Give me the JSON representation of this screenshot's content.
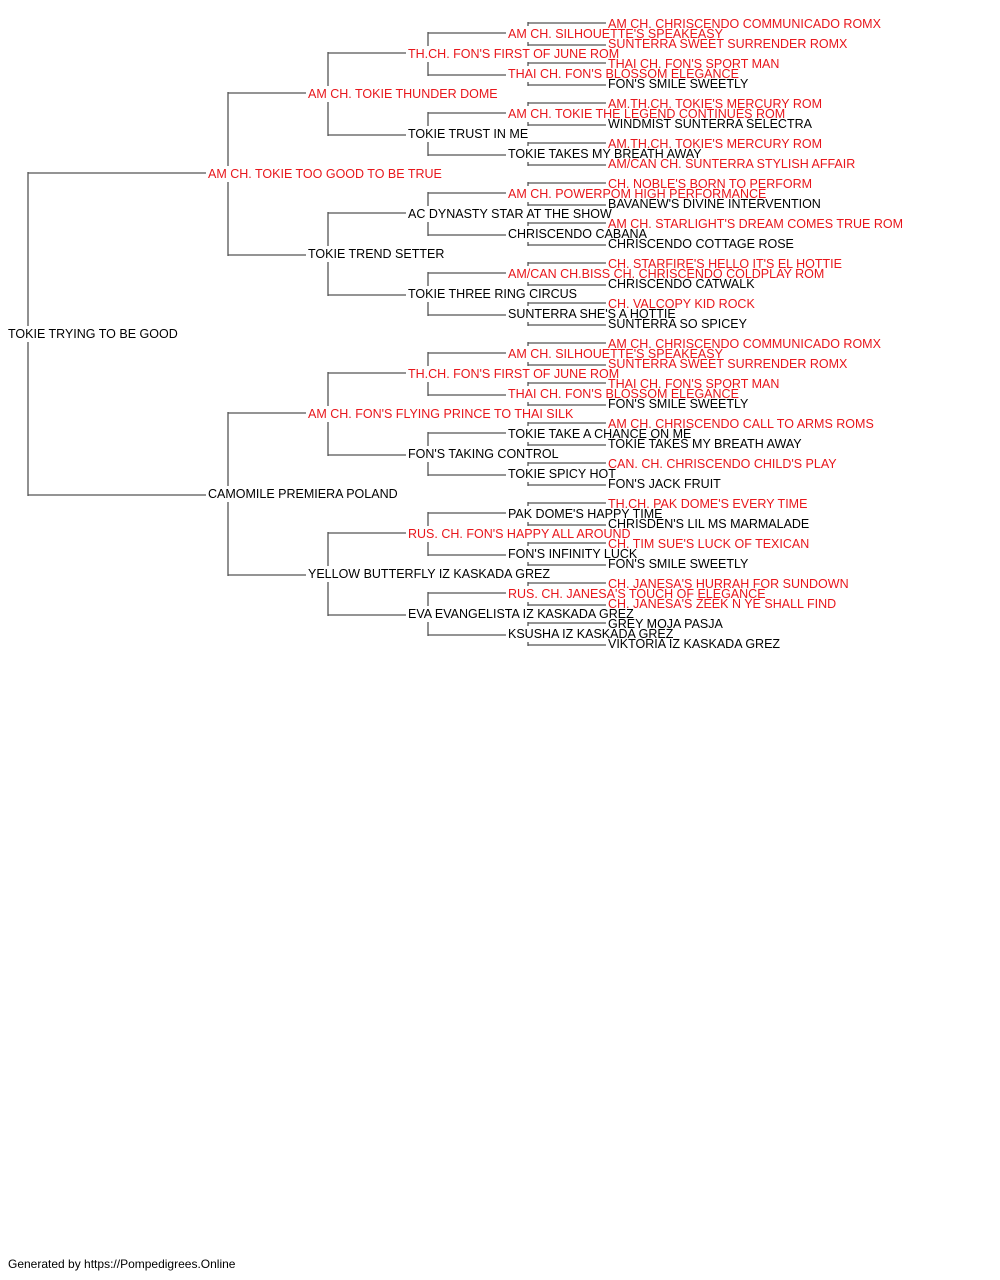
{
  "colors": {
    "champion": "#e8161b",
    "normal": "#000000",
    "line": "#555555"
  },
  "pedigree": {
    "name": "TOKIE TRYING TO BE GOOD",
    "champion": false,
    "sire": {
      "name": "AM CH. TOKIE TOO GOOD TO BE TRUE",
      "champion": true,
      "sire": {
        "name": "AM CH. TOKIE THUNDER DOME",
        "champion": true,
        "sire": {
          "name": "TH.CH. FON'S FIRST OF JUNE ROM",
          "champion": true,
          "sire": {
            "name": "AM CH. SILHOUETTE'S SPEAKEASY",
            "champion": true,
            "sire": {
              "name": "AM CH. CHRISCENDO COMMUNICADO ROMX",
              "champion": true
            },
            "dam": {
              "name": "SUNTERRA SWEET SURRENDER ROMX",
              "champion": true
            }
          },
          "dam": {
            "name": "THAI CH. FON'S BLOSSOM ELEGANCE",
            "champion": true,
            "sire": {
              "name": "THAI CH. FON'S SPORT MAN",
              "champion": true
            },
            "dam": {
              "name": "FON'S SMILE SWEETLY",
              "champion": false
            }
          }
        },
        "dam": {
          "name": "TOKIE TRUST IN ME",
          "champion": false,
          "sire": {
            "name": "AM CH. TOKIE THE LEGEND CONTINUES ROM",
            "champion": true,
            "sire": {
              "name": "AM.TH.CH. TOKIE'S MERCURY ROM",
              "champion": true
            },
            "dam": {
              "name": "WINDMIST SUNTERRA SELECTRA",
              "champion": false
            }
          },
          "dam": {
            "name": "TOKIE TAKES MY BREATH AWAY",
            "champion": false,
            "sire": {
              "name": "AM.TH.CH. TOKIE'S MERCURY ROM",
              "champion": true
            },
            "dam": {
              "name": "AM/CAN CH. SUNTERRA STYLISH AFFAIR",
              "champion": true
            }
          }
        }
      },
      "dam": {
        "name": "TOKIE TREND SETTER",
        "champion": false,
        "sire": {
          "name": "AC DYNASTY STAR AT THE SHOW",
          "champion": false,
          "sire": {
            "name": "AM CH. POWERPOM HIGH PERFORMANCE",
            "champion": true,
            "sire": {
              "name": "CH. NOBLE'S BORN TO PERFORM",
              "champion": true
            },
            "dam": {
              "name": "BAVANEW'S DIVINE INTERVENTION",
              "champion": false
            }
          },
          "dam": {
            "name": "CHRISCENDO CABANA",
            "champion": false,
            "sire": {
              "name": "AM CH. STARLIGHT'S DREAM COMES TRUE ROM",
              "champion": true
            },
            "dam": {
              "name": "CHRISCENDO COTTAGE ROSE",
              "champion": false
            }
          }
        },
        "dam": {
          "name": "TOKIE THREE RING CIRCUS",
          "champion": false,
          "sire": {
            "name": "AM/CAN CH.BISS CH. CHRISCENDO COLDPLAY ROM",
            "champion": true,
            "sire": {
              "name": "CH. STARFIRE'S HELLO IT'S EL HOTTIE",
              "champion": true
            },
            "dam": {
              "name": "CHRISCENDO CATWALK",
              "champion": false
            }
          },
          "dam": {
            "name": "SUNTERRA SHE'S A HOTTIE",
            "champion": false,
            "sire": {
              "name": "CH. VALCOPY KID ROCK",
              "champion": true
            },
            "dam": {
              "name": "SUNTERRA SO SPICEY",
              "champion": false
            }
          }
        }
      }
    },
    "dam": {
      "name": "CAMOMILE PREMIERA POLAND",
      "champion": false,
      "sire": {
        "name": "AM CH. FON'S FLYING PRINCE TO THAI SILK",
        "champion": true,
        "sire": {
          "name": "TH.CH. FON'S FIRST OF JUNE ROM",
          "champion": true,
          "sire": {
            "name": "AM CH. SILHOUETTE'S SPEAKEASY",
            "champion": true,
            "sire": {
              "name": "AM CH. CHRISCENDO COMMUNICADO ROMX",
              "champion": true
            },
            "dam": {
              "name": "SUNTERRA SWEET SURRENDER ROMX",
              "champion": true
            }
          },
          "dam": {
            "name": "THAI CH. FON'S BLOSSOM ELEGANCE",
            "champion": true,
            "sire": {
              "name": "THAI CH. FON'S SPORT MAN",
              "champion": true
            },
            "dam": {
              "name": "FON'S SMILE SWEETLY",
              "champion": false
            }
          }
        },
        "dam": {
          "name": "FON'S TAKING CONTROL",
          "champion": false,
          "sire": {
            "name": "TOKIE TAKE A CHANCE ON ME",
            "champion": false,
            "sire": {
              "name": "AM CH. CHRISCENDO CALL TO ARMS ROMS",
              "champion": true
            },
            "dam": {
              "name": "TOKIE TAKES MY BREATH AWAY",
              "champion": false
            }
          },
          "dam": {
            "name": "TOKIE SPICY HOT",
            "champion": false,
            "sire": {
              "name": "CAN. CH. CHRISCENDO CHILD'S PLAY",
              "champion": true
            },
            "dam": {
              "name": "FON'S JACK FRUIT",
              "champion": false
            }
          }
        }
      },
      "dam": {
        "name": "YELLOW BUTTERFLY IZ KASKADA GREZ",
        "champion": false,
        "sire": {
          "name": "RUS. CH. FON'S HAPPY ALL AROUND",
          "champion": true,
          "sire": {
            "name": "PAK DOME'S HAPPY TIME",
            "champion": false,
            "sire": {
              "name": "TH.CH. PAK DOME'S EVERY TIME",
              "champion": true
            },
            "dam": {
              "name": "CHRISDEN'S LIL MS MARMALADE",
              "champion": false
            }
          },
          "dam": {
            "name": "FON'S INFINITY LUCK",
            "champion": false,
            "sire": {
              "name": "CH. TIM SUE'S LUCK OF TEXICAN",
              "champion": true
            },
            "dam": {
              "name": "FON'S SMILE SWEETLY",
              "champion": false
            }
          }
        },
        "dam": {
          "name": "EVA EVANGELISTA IZ KASKADA GREZ",
          "champion": false,
          "sire": {
            "name": "RUS. CH. JANESA'S TOUCH OF ELEGANCE",
            "champion": true,
            "sire": {
              "name": "CH. JANESA'S HURRAH FOR SUNDOWN",
              "champion": true
            },
            "dam": {
              "name": "CH. JANESA'S ZEEK N YE SHALL FIND",
              "champion": true
            }
          },
          "dam": {
            "name": "KSUSHA IZ KASKADA GREZ",
            "champion": false,
            "sire": {
              "name": "GREY MOJA PASJA",
              "champion": false
            },
            "dam": {
              "name": "VIKTORIA IZ KASKADA GREZ",
              "champion": false
            }
          }
        }
      }
    }
  },
  "footer": "Generated by https://Pompedigrees.Online"
}
